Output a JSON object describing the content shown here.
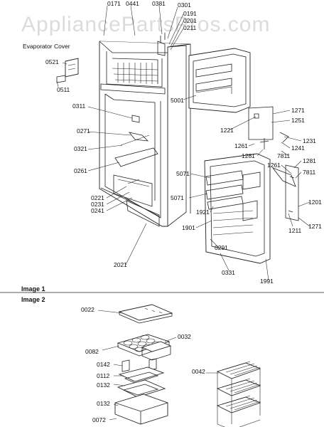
{
  "watermark": "AppliancePartsPros.com",
  "labels": {
    "p0171": "0171",
    "p0441": "0441",
    "p0381": "0381",
    "p0301": "0301",
    "p0191": "0191",
    "p0201": "0201",
    "p0211": "0211",
    "evap_cover": "Evaporator Cover",
    "p0521": "0521",
    "p0511": "0511",
    "p5001": "5001",
    "p0311": "0311",
    "p0271": "0271",
    "p0321": "0321",
    "p0261": "0261",
    "p1271a": "1271",
    "p1251": "1251",
    "p1221": "1221",
    "p1231": "1231",
    "p1261a": "1261",
    "p1241": "1241",
    "p1281a": "1281",
    "p7811a": "7811",
    "p1281b": "1281",
    "p1261b": "1261",
    "p7811b": "7811",
    "p5071a": "5071",
    "p5071b": "5071",
    "p0221": "0221",
    "p0231": "0231",
    "p0241": "0241",
    "p1921": "1921",
    "p1901": "1901",
    "p1201": "1201",
    "p1211": "1211",
    "p1271b": "1271",
    "p0291": "0291",
    "p2021": "2021",
    "p0331": "0331",
    "p1991": "1991",
    "image1": "Image 1",
    "image2": "Image 2",
    "p0022": "0022",
    "p0082": "0082",
    "p0032": "0032",
    "p0142": "0142",
    "p0112": "0112",
    "p0132a": "0132",
    "p0042": "0042",
    "p0132b": "0132",
    "p0072": "0072"
  }
}
